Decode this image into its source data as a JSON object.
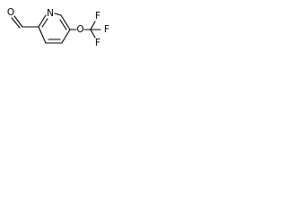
{
  "molecule": {
    "atoms": {
      "ring_nitrogen": "N",
      "aldehyde_oxygen": "O",
      "ether_oxygen": "O",
      "fluorine_top": "F",
      "fluorine_right": "F",
      "fluorine_bottom": "F"
    }
  },
  "colors": {
    "bond": "#000000",
    "background": "#ffffff"
  }
}
